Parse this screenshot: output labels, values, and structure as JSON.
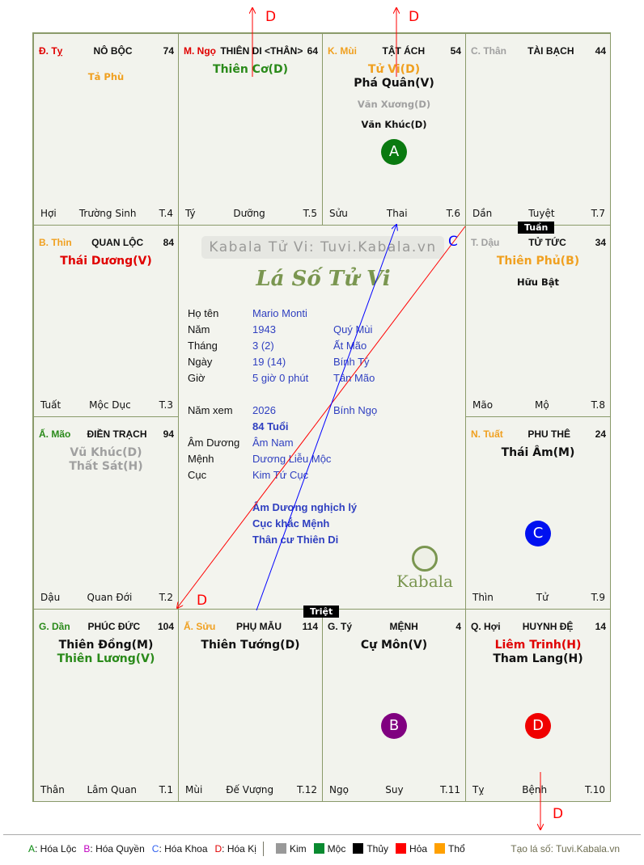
{
  "palaces": [
    {
      "branch": "Đ. Tỵ",
      "branch_color": "#e00000",
      "name": "NÔ BỘC",
      "num": "74",
      "main": [],
      "minor": [
        {
          "t": "Tả Phù",
          "c": "#f0a020"
        }
      ],
      "bl": "Hợi",
      "bm": "Trường Sinh",
      "br": "T.4"
    },
    {
      "branch": "M. Ngọ",
      "branch_color": "#e00000",
      "name": "THIÊN DI <THÂN>",
      "num": "64",
      "main": [
        {
          "t": "Thiên Cơ(D)",
          "c": "#2a8a1a"
        }
      ],
      "minor": [],
      "bl": "Tý",
      "bm": "Dưỡng",
      "br": "T.5"
    },
    {
      "branch": "K. Mùi",
      "branch_color": "#f0a020",
      "name": "TẬT ÁCH",
      "num": "54",
      "main": [
        {
          "t": "Tử Vi(D)",
          "c": "#f0a020"
        },
        {
          "t": "Phá Quân(V)",
          "c": "#111"
        }
      ],
      "minor": [
        {
          "t": "Văn Xương(D)",
          "c": "#a0a0a0"
        },
        {
          "t": "Văn Khúc(D)",
          "c": "#111"
        }
      ],
      "badge": {
        "t": "A",
        "c": "#0a7a10"
      },
      "bl": "Sửu",
      "bm": "Thai",
      "br": "T.6"
    },
    {
      "branch": "C. Thân",
      "branch_color": "#a0a0a0",
      "name": "TÀI BẠCH",
      "num": "44",
      "main": [],
      "minor": [],
      "bl": "Dần",
      "bm": "Tuyệt",
      "br": "T.7"
    },
    {
      "branch": "B. Thìn",
      "branch_color": "#f0a020",
      "name": "QUAN LỘC",
      "num": "84",
      "main": [
        {
          "t": "Thái Dương(V)",
          "c": "#e00000"
        }
      ],
      "minor": [],
      "bl": "Tuất",
      "bm": "Mộc Dục",
      "br": "T.3"
    },
    {
      "branch": "T. Dậu",
      "branch_color": "#a0a0a0",
      "name": "TỬ TỨC",
      "num": "34",
      "main": [
        {
          "t": "Thiên Phủ(B)",
          "c": "#f0a020"
        }
      ],
      "minor": [
        {
          "t": "Hữu Bật",
          "c": "#111"
        }
      ],
      "bl": "Mão",
      "bm": "Mộ",
      "br": "T.8"
    },
    {
      "branch": "Ấ. Mão",
      "branch_color": "#2a8a1a",
      "name": "ĐIỀN TRẠCH",
      "num": "94",
      "main": [
        {
          "t": "Vũ Khúc(D)",
          "c": "#a0a0a0"
        },
        {
          "t": "Thất Sát(H)",
          "c": "#a0a0a0"
        }
      ],
      "minor": [],
      "bl": "Dậu",
      "bm": "Quan Đới",
      "br": "T.2"
    },
    {
      "branch": "N. Tuất",
      "branch_color": "#f0a020",
      "name": "PHU THÊ",
      "num": "24",
      "main": [
        {
          "t": "Thái Âm(M)",
          "c": "#111"
        }
      ],
      "minor": [],
      "badge": {
        "t": "C",
        "c": "#0010f0"
      },
      "bl": "Thìn",
      "bm": "Tử",
      "br": "T.9"
    },
    {
      "branch": "G. Dần",
      "branch_color": "#2a8a1a",
      "name": "PHÚC ĐỨC",
      "num": "104",
      "main": [
        {
          "t": "Thiên Đồng(M)",
          "c": "#111"
        },
        {
          "t": "Thiên Lương(V)",
          "c": "#2a8a1a"
        }
      ],
      "minor": [],
      "bl": "Thân",
      "bm": "Lâm Quan",
      "br": "T.1"
    },
    {
      "branch": "Ấ. Sửu",
      "branch_color": "#f0a020",
      "name": "PHỤ MẪU",
      "num": "114",
      "main": [
        {
          "t": "Thiên Tướng(D)",
          "c": "#111"
        }
      ],
      "minor": [],
      "bl": "Mùi",
      "bm": "Đế Vượng",
      "br": "T.12"
    },
    {
      "branch": "G. Tý",
      "branch_color": "#111",
      "name": "MỆNH",
      "num": "4",
      "main": [
        {
          "t": "Cự Môn(V)",
          "c": "#111"
        }
      ],
      "minor": [],
      "badge": {
        "t": "B",
        "c": "#800080"
      },
      "bl": "Ngọ",
      "bm": "Suy",
      "br": "T.11"
    },
    {
      "branch": "Q. Hợi",
      "branch_color": "#111",
      "name": "HUYNH ĐỆ",
      "num": "14",
      "main": [
        {
          "t": "Liêm Trinh(H)",
          "c": "#e00000"
        },
        {
          "t": "Tham Lang(H)",
          "c": "#111"
        }
      ],
      "minor": [],
      "badge": {
        "t": "D",
        "c": "#f00000"
      },
      "bl": "Tỵ",
      "bm": "Bệnh",
      "br": "T.10"
    }
  ],
  "tuan": "Tuần",
  "triet": "Triệt",
  "center": {
    "watermark": "Kabala Tử Vi: Tuvi.Kabala.vn",
    "title": "Lá Số Tử Vi",
    "rows": [
      {
        "l": "Họ tên",
        "a": "Mario Monti",
        "b": ""
      },
      {
        "l": "Năm",
        "a": "1943",
        "b": "Quý Mùi"
      },
      {
        "l": "Tháng",
        "a": "3  (2)",
        "b": "Ất Mão"
      },
      {
        "l": "Ngày",
        "a": "19  (14)",
        "b": "Bính Tý"
      },
      {
        "l": "Giờ",
        "a": "5 giờ 0 phút",
        "b": "Tân Mão"
      },
      {
        "l": "Năm xem",
        "a": "2026",
        "b": "Bính Ngọ"
      }
    ],
    "age": "84 Tuổi",
    "rows2": [
      {
        "l": "Âm Dương",
        "a": "Âm Nam"
      },
      {
        "l": "Mệnh",
        "a": "Dương Liễu Mộc"
      },
      {
        "l": "Cục",
        "a": "Kim Tứ Cục"
      }
    ],
    "notes": [
      "Âm Dương nghịch lý",
      "Cục khắc Mệnh",
      "Thân cư Thiên Di"
    ],
    "logo": "Kabala"
  },
  "arrow_labels": {
    "d": "D",
    "c": "C"
  },
  "legend": {
    "hoa": [
      {
        "k": "A",
        "t": ": Hóa Lộc",
        "c": "#0a8a10"
      },
      {
        "k": "B",
        "t": ": Hóa Quyền",
        "c": "#c000c0"
      },
      {
        "k": "C",
        "t": ": Hóa Khoa",
        "c": "#3060f0"
      },
      {
        "k": "D",
        "t": ": Hóa Kị",
        "c": "#e00000"
      }
    ],
    "elements": [
      {
        "t": "Kim",
        "c": "#999999"
      },
      {
        "t": "Mộc",
        "c": "#0a8a30"
      },
      {
        "t": "Thủy",
        "c": "#000000"
      },
      {
        "t": "Hỏa",
        "c": "#ff0000"
      },
      {
        "t": "Thổ",
        "c": "#ffa000"
      }
    ],
    "credit": "Tạo lá số: Tuvi.Kabala.vn"
  }
}
